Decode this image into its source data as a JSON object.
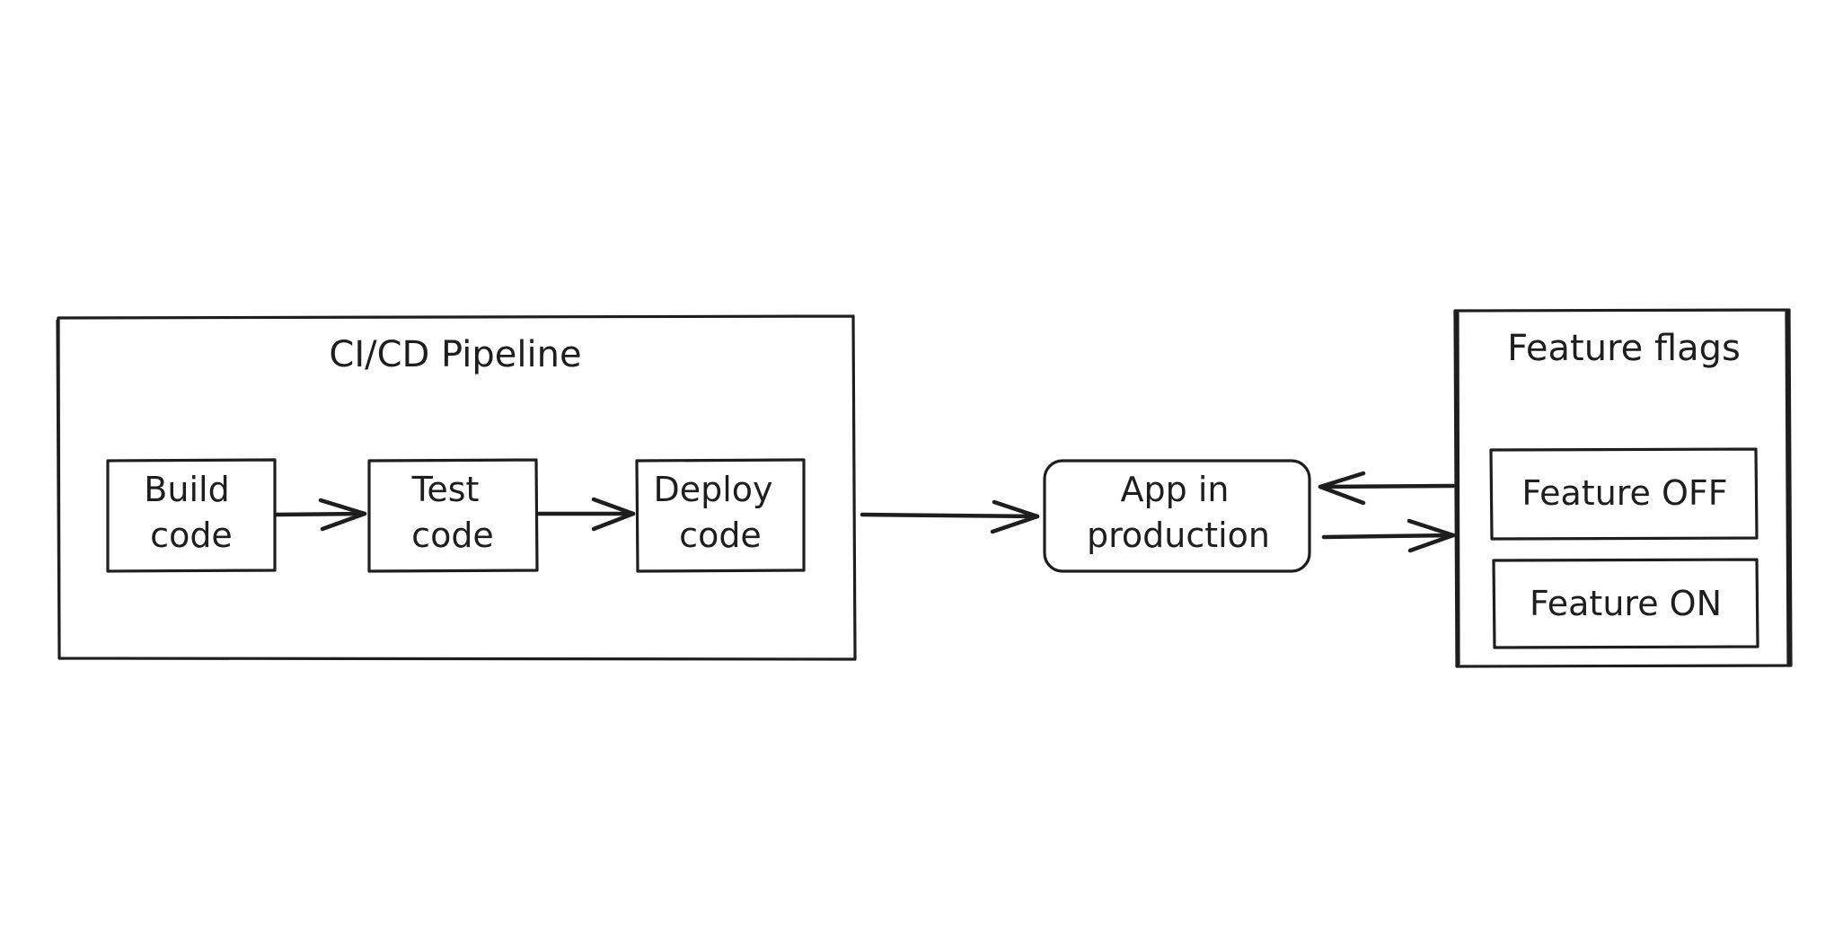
{
  "diagram": {
    "pipeline": {
      "title": "CI/CD Pipeline",
      "steps": [
        {
          "line1": "Build",
          "line2": "code"
        },
        {
          "line1": "Test",
          "line2": "code"
        },
        {
          "line1": "Deploy",
          "line2": "code"
        }
      ]
    },
    "app": {
      "line1": "App in",
      "line2": "production"
    },
    "flags": {
      "title": "Feature flags",
      "off_label": "Feature OFF",
      "on_label": "Feature ON"
    }
  }
}
